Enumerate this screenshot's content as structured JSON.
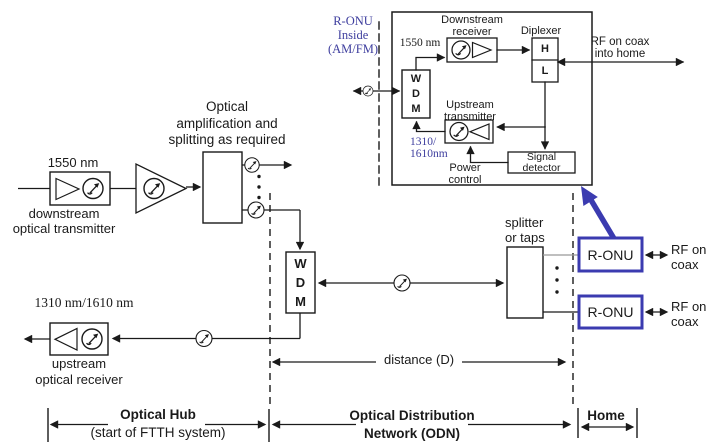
{
  "colors": {
    "accent_blue": "#3b3bb0",
    "text_blue": "#3e3e9e",
    "line_black": "#1a1a1a",
    "muted_line_gray": "#999999"
  },
  "icons": {
    "optical_connector_icon": "circle containing a north-east hooked arrow"
  },
  "main": {
    "downstream_transmitter": {
      "wavelength": "1550 nm",
      "label": [
        "downstream",
        "optical transmitter"
      ]
    },
    "amplifier_note": [
      "Optical",
      "amplification and",
      "splitting as required"
    ],
    "wdm": [
      "W",
      "D",
      "M"
    ],
    "splitter": [
      "splitter",
      "or taps"
    ],
    "distance": "distance (D)",
    "upstream_receiver": {
      "wavelength": "1310 nm/1610 nm",
      "label": [
        "upstream",
        "optical  receiver"
      ]
    },
    "ronu": "R-ONU",
    "rf_coax": [
      "RF on",
      "coax"
    ]
  },
  "inset": {
    "caption": [
      "R-ONU",
      "Inside",
      "(AM/FM)"
    ],
    "wavelength_downstream": "1550 nm",
    "downstream_receiver": [
      "Downstream",
      "receiver"
    ],
    "diplexer": {
      "label": "Diplexer",
      "high_band": "H",
      "low_band": "L"
    },
    "rf_output": [
      "RF on coax",
      "into home"
    ],
    "wdm": [
      "W",
      "D",
      "M"
    ],
    "upstream_transmitter": [
      "Upstream",
      "transmitter"
    ],
    "wavelength_upstream": [
      "1310/",
      "1610nm"
    ],
    "signal_detector": [
      "Signal",
      "detector"
    ],
    "power_control": [
      "Power",
      "control"
    ]
  },
  "sections": {
    "hub_title": "Optical Hub",
    "hub_subtitle": "(start of FTTH system)",
    "odn_title": [
      "Optical Distribution",
      "Network (ODN)"
    ],
    "home_title": "Home"
  }
}
